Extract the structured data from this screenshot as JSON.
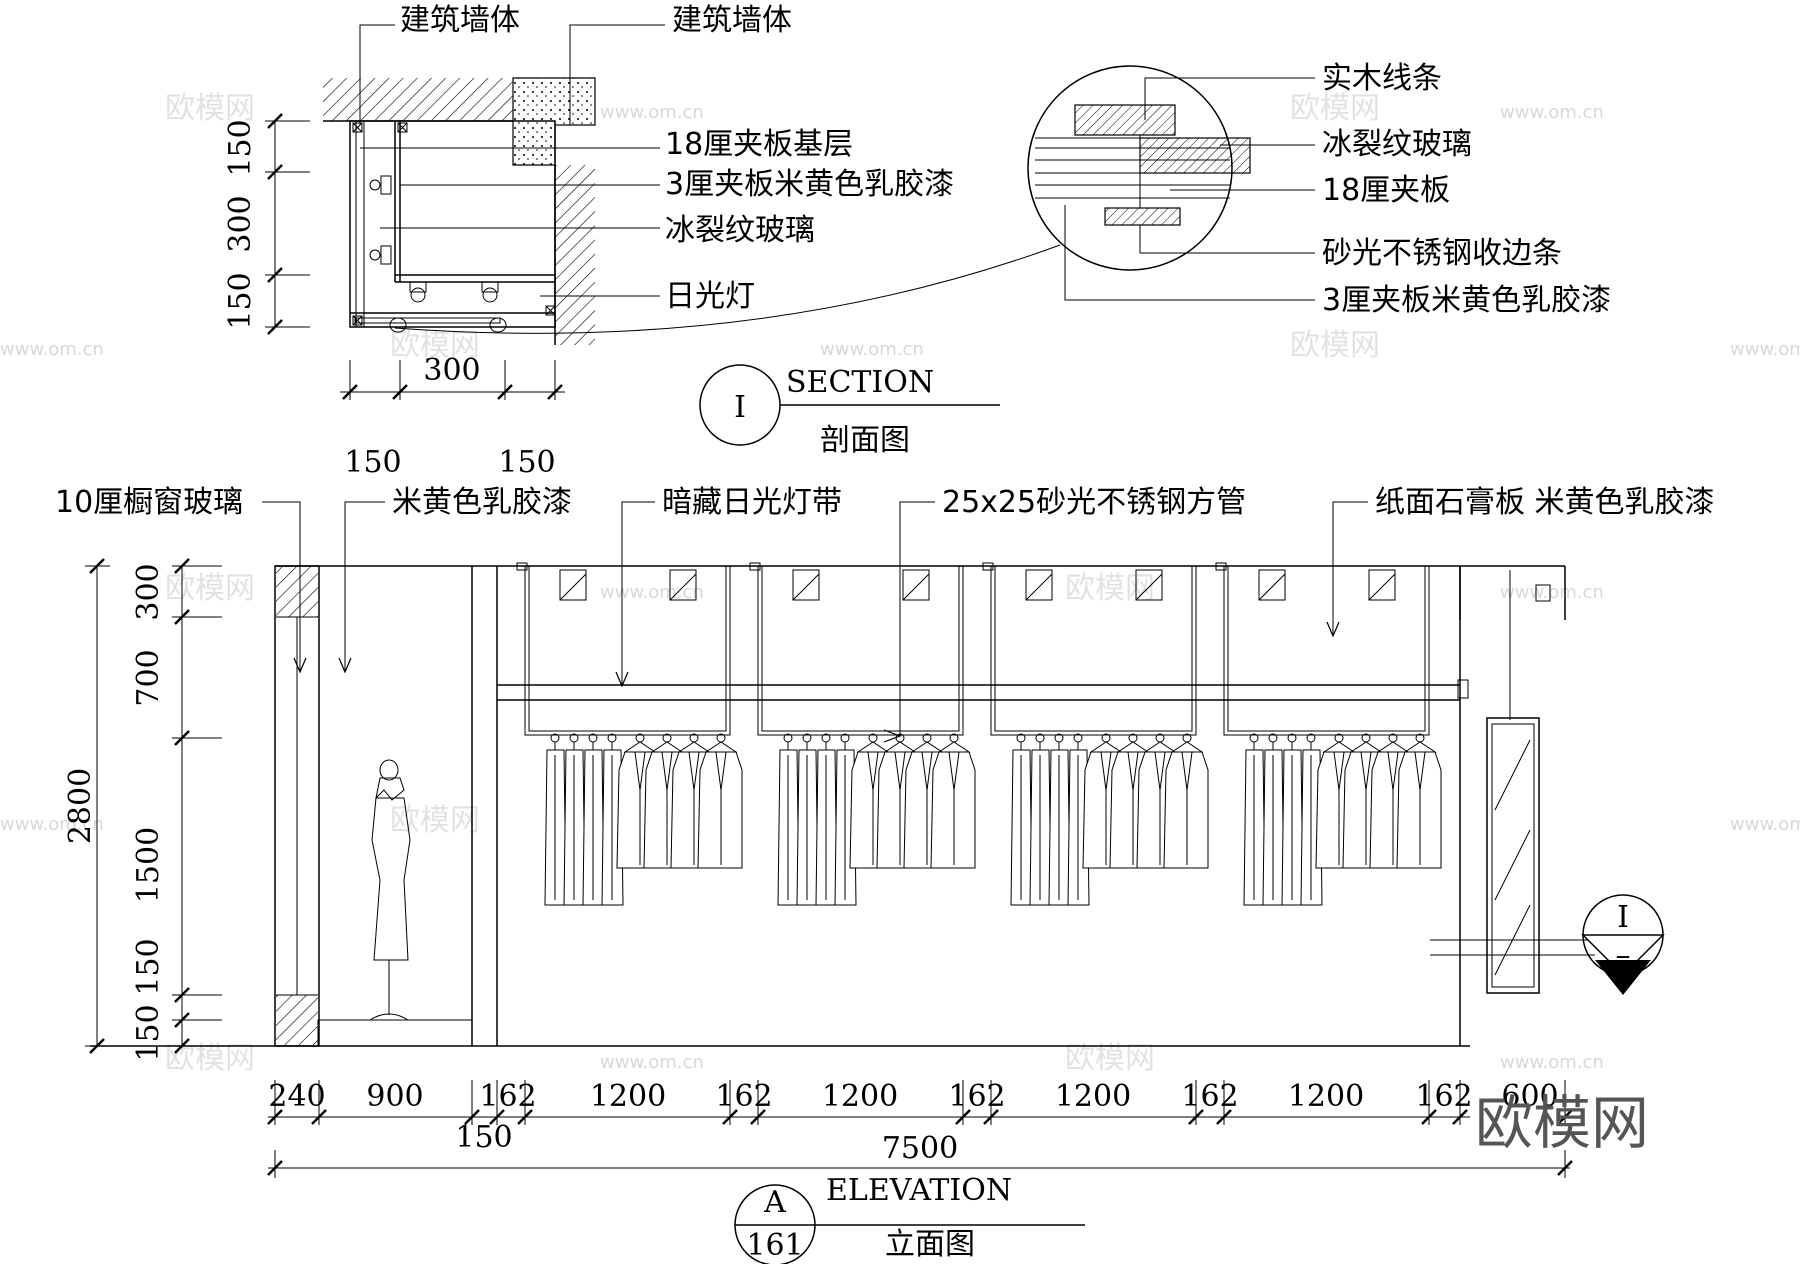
{
  "section": {
    "labels": {
      "wall_left": "建筑墙体",
      "wall_right": "建筑墙体",
      "plywood_base": "18厘夹板基层",
      "plywood_paint": "3厘夹板米黄色乳胶漆",
      "glass": "冰裂纹玻璃",
      "lamp": "日光灯"
    },
    "dims": {
      "v_top": "150",
      "v_mid": "300",
      "v_bot": "150",
      "h_width": "300"
    },
    "title": {
      "mark": "I",
      "en": "SECTION",
      "cn": "剖面图"
    }
  },
  "detail": {
    "labels": {
      "wood_strip": "实木线条",
      "glass": "冰裂纹玻璃",
      "plywood": "18厘夹板",
      "steel_edge": "砂光不锈钢收边条",
      "paint": "3厘夹板米黄色乳胶漆"
    }
  },
  "elevation": {
    "labels": {
      "window_glass": "10厘橱窗玻璃",
      "paint": "米黄色乳胶漆",
      "light_strip": "暗藏日光灯带",
      "steel_tube": "25x25砂光不锈钢方管",
      "gypsum": "纸面石膏板 米黄色乳胶漆"
    },
    "top_dims": [
      "150",
      "150"
    ],
    "v_dims": [
      "300",
      "700",
      "1500",
      "150",
      "150"
    ],
    "total_height": "2800",
    "h_dims": [
      "240",
      "900",
      "162",
      "1200",
      "162",
      "1200",
      "162",
      "1200",
      "162",
      "1200",
      "162",
      "600"
    ],
    "sub_dim": "150",
    "total_width": "7500",
    "section_mark": {
      "top": "I",
      "bottom": "–"
    },
    "title": {
      "letter": "A",
      "number": "161",
      "en": "ELEVATION",
      "cn": "立面图"
    }
  },
  "watermarks": {
    "cn": "欧模网",
    "url": "www.om.cn",
    "logo": "欧模网"
  }
}
